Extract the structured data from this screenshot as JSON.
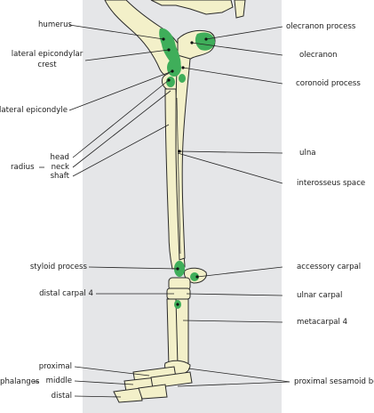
{
  "labels_left": {
    "humerus": "humerus",
    "lateral_epicondylar_crest_1": "lateral epicondylar",
    "lateral_epicondylar_crest_2": "crest",
    "lateral_epicondyle": "lateral epicondyle",
    "radius": "radius",
    "head": "head",
    "neck": "neck",
    "shaft": "shaft",
    "styloid_process": "styloid process",
    "distal_carpal_4": "distal carpal 4",
    "phalanges": "phalanges",
    "proximal": "proximal",
    "middle": "middle",
    "distal": "distal"
  },
  "labels_right": {
    "olecranon_process": "olecranon process",
    "olecranon": "olecranon",
    "coronoid_process": "coronoid process",
    "ulna": "ulna",
    "interosseus_space": "interosseus space",
    "accessory_carpal": "accessory carpal",
    "ulnar_carpal": "ulnar carpal",
    "metacarpal_4": "metacarpal 4",
    "proximal_sesamoid_bones": "proximal sesamoid bones"
  },
  "colors": {
    "background_panel": "#e5e6e8",
    "bone_fill": "#f3f0c9",
    "bone_outline": "#2a2a2a",
    "highlight_green": "#3fae5a",
    "leader_line": "#222222"
  }
}
